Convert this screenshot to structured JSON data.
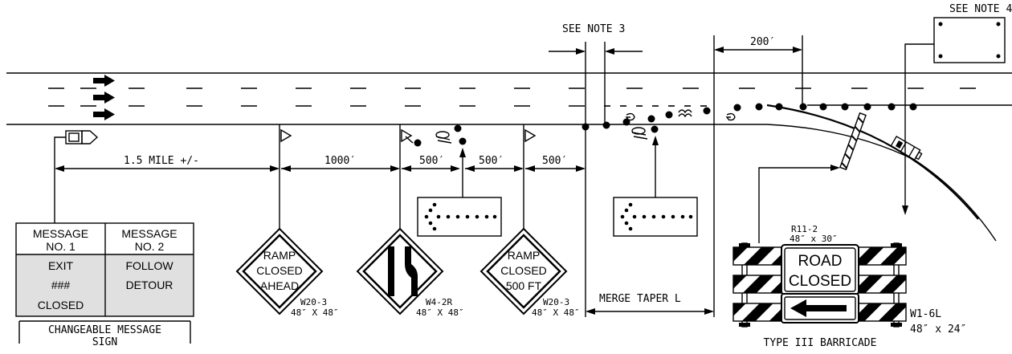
{
  "notes": {
    "note3": "SEE NOTE 3",
    "note4": "SEE NOTE 4"
  },
  "dimensions": {
    "d_200": "200′",
    "d_1_5_mile": "1.5 MILE +/-",
    "d_1000": "1000′",
    "d_500_a": "500′",
    "d_500_b": "500′",
    "d_500_c": "500′",
    "merge_taper": "MERGE TAPER L"
  },
  "cms": {
    "col1_header_1": "MESSAGE",
    "col1_header_2": "NO. 1",
    "col2_header_1": "MESSAGE",
    "col2_header_2": "NO. 2",
    "col1_line1": "EXIT",
    "col1_line2": "###",
    "col1_line3": "CLOSED",
    "col2_line1": "FOLLOW",
    "col2_line2": "DETOUR",
    "caption_1": "CHANGEABLE MESSAGE",
    "caption_2": "SIGN"
  },
  "signs": {
    "sign1_line1": "RAMP",
    "sign1_line2": "CLOSED",
    "sign1_line3": "AHEAD",
    "sign1_code": "W20-3",
    "sign1_size": "48″ X 48″",
    "sign2_code": "W4-2R",
    "sign2_size": "48″ X 48″",
    "sign3_line1": "RAMP",
    "sign3_line2": "CLOSED",
    "sign3_line3": "500 FT",
    "sign3_code": "W20-3",
    "sign3_size": "48″ X 48″"
  },
  "barricade": {
    "sign_code": "R11-2",
    "sign_size": "48″ x 30″",
    "road_text": "ROAD",
    "closed_text": "CLOSED",
    "arrow_code": "W1-6L",
    "arrow_size": "48″ x 24″",
    "caption": "TYPE III BARRICADE"
  }
}
